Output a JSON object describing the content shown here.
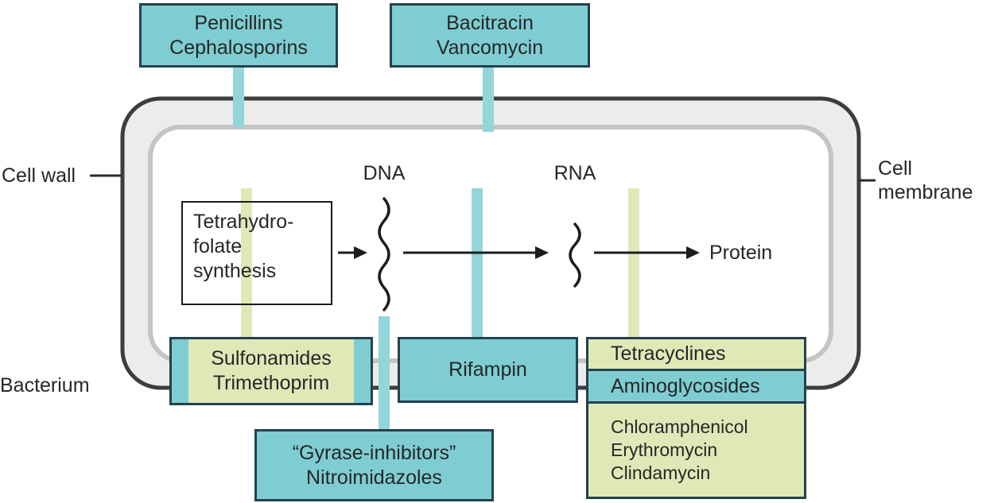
{
  "labels": {
    "cell_wall": "Cell wall",
    "cell_membrane_line1": "Cell",
    "cell_membrane_line2": "membrane",
    "bacterium": "Bacterium",
    "dna": "DNA",
    "rna": "RNA",
    "protein": "Protein"
  },
  "boxes": {
    "penicillins": {
      "line1": "Penicillins",
      "line2": "Cephalosporins"
    },
    "bacitracin": {
      "line1": "Bacitracin",
      "line2": "Vancomycin"
    },
    "folate": {
      "line1": "Tetrahydro-",
      "line2": "folate",
      "line3": "synthesis"
    },
    "sulfonamides": {
      "line1": "Sulfonamides",
      "line2": "Trimethoprim"
    },
    "rifampin": {
      "line1": "Rifampin"
    },
    "gyrase": {
      "line1": "“Gyrase-inhibitors”",
      "line2": "Nitroimidazoles"
    },
    "tetracyclines": {
      "line1": "Tetracyclines"
    },
    "aminoglycosides": {
      "line1": "Aminoglycosides"
    },
    "protein_inhibitors": {
      "line1": "Chloramphenicol",
      "line2": "Erythromycin",
      "line3": "Clindamycin"
    }
  },
  "colors": {
    "teal": "#7ecdd2",
    "green": "#dfe9b8",
    "teal_strip": "#93d5d8",
    "green_strip": "#dfe9b8",
    "box_border": "#24414f",
    "wall": "#3d3d3d",
    "membrane": "#c4c4c4"
  }
}
